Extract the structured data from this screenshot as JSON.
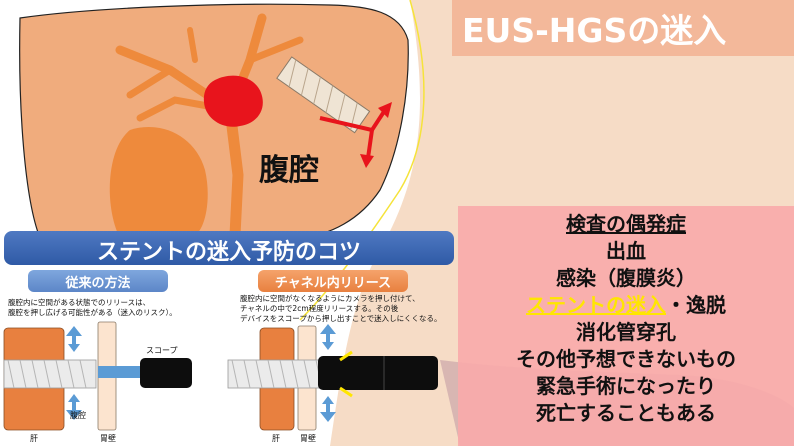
{
  "title": "EUS-HGSの迷入",
  "peritoneum_label": "腹腔",
  "complications": {
    "heading": "検査の偶発症",
    "lines": [
      "出血",
      "感染（腹膜炎）"
    ],
    "stent_migration": "ステントの迷入",
    "stent_suffix": "・逸脱",
    "more_lines": [
      "消化管穿孔",
      "その他予想できないもの",
      "緊急手術になったり",
      "死亡することもある"
    ]
  },
  "tips": {
    "banner": "ステントの迷入予防のコツ",
    "conventional": {
      "label": "従来の方法",
      "desc1": "腹腔内に空間がある状態でのリリースは、",
      "desc2": "腹腔を押し広げる可能性がある（迷入のリスク）。",
      "scope": "スコープ",
      "peritoneum": "腹腔",
      "liver": "肝",
      "stomach": "胃壁"
    },
    "channel": {
      "label": "チャネル内リリース",
      "desc1": "腹腔内に空間がなくなるようにカメラを押し付けて、",
      "desc2": "チャネルの中で2cm程度リリースする。その後",
      "desc3": "デバイスをスコープから押し出すことで迷入しにくくなる。",
      "liver": "肝",
      "stomach": "胃壁"
    }
  },
  "colors": {
    "liver": "#f0ac7d",
    "duct": "#ee8a3c",
    "tumor": "#e8141c",
    "arrow": "#e8141c",
    "banner": "#3f6bb8",
    "panel": "#f9aaaa",
    "highlight": "#ffe600"
  }
}
